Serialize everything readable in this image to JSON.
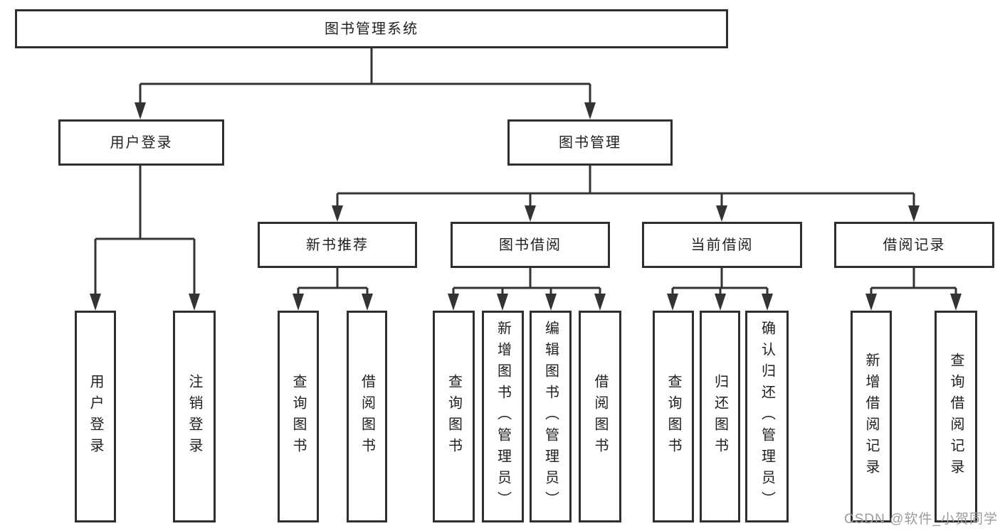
{
  "diagram": {
    "title": "图书管理系统",
    "type": "function-structure-tree"
  },
  "tree": {
    "root": {
      "id": "root",
      "label": "图书管理系统"
    },
    "level2": [
      {
        "id": "user-login",
        "label": "用户登录",
        "parent": "root"
      },
      {
        "id": "book-management",
        "label": "图书管理",
        "parent": "root"
      }
    ],
    "level3": [
      {
        "id": "new-book-recommend",
        "label": "新书推荐",
        "parent": "book-management"
      },
      {
        "id": "book-borrow",
        "label": "图书借阅",
        "parent": "book-management"
      },
      {
        "id": "current-borrow",
        "label": "当前借阅",
        "parent": "book-management"
      },
      {
        "id": "borrow-records",
        "label": "借阅记录",
        "parent": "book-management"
      }
    ],
    "leaves": [
      {
        "id": "leaf-user-login",
        "label": "用户登录",
        "parent": "user-login"
      },
      {
        "id": "leaf-logout",
        "label": "注销登录",
        "parent": "user-login"
      },
      {
        "id": "leaf-query-book-recommend",
        "label": "查询图书",
        "parent": "new-book-recommend"
      },
      {
        "id": "leaf-borrow-book-recommend",
        "label": "借阅图书",
        "parent": "new-book-recommend"
      },
      {
        "id": "leaf-query-book-borrow",
        "label": "查询图书",
        "parent": "book-borrow"
      },
      {
        "id": "leaf-add-book-admin",
        "label": "新增图书（管理员）",
        "parent": "book-borrow"
      },
      {
        "id": "leaf-edit-book-admin",
        "label": "编辑图书（管理员）",
        "parent": "book-borrow"
      },
      {
        "id": "leaf-borrow-book",
        "label": "借阅图书",
        "parent": "book-borrow"
      },
      {
        "id": "leaf-query-book-current",
        "label": "查询图书",
        "parent": "current-borrow"
      },
      {
        "id": "leaf-return-book",
        "label": "归还图书",
        "parent": "current-borrow"
      },
      {
        "id": "leaf-confirm-return-admin",
        "label": "确认归还（管理员）",
        "parent": "current-borrow"
      },
      {
        "id": "leaf-add-borrow-record",
        "label": "新增借阅记录",
        "parent": "borrow-records"
      },
      {
        "id": "leaf-query-borrow-record",
        "label": "查询借阅记录",
        "parent": "borrow-records"
      }
    ]
  },
  "watermark": {
    "text": "CSDN @软件_小贺同学",
    "color": "#9c9c9c"
  },
  "colors": {
    "background": "#ffffff",
    "line": "#333333",
    "box_border": "#2f2f2f",
    "text": "#1f1f1f"
  }
}
